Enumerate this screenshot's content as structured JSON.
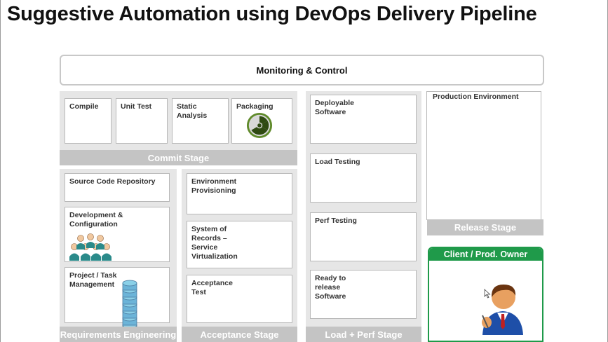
{
  "title": "Suggestive Automation using DevOps Delivery Pipeline",
  "monitoring": "Monitoring & Control",
  "commit_stage": {
    "label": "Commit Stage",
    "cells": [
      "Compile",
      "Unit Test",
      "Static Analysis",
      "Packaging"
    ]
  },
  "requirements": {
    "label": "Requirements Engineering",
    "cells": [
      "Source Code Repository",
      "Development & Configuration",
      "Project / Task Management"
    ]
  },
  "acceptance": {
    "label": "Acceptance Stage",
    "cells": [
      "Environment Provisioning",
      "System of Records – Service Virtualization",
      "Acceptance Test"
    ]
  },
  "load_perf": {
    "label": "Load + Perf Stage",
    "cells": [
      "Deployable Software",
      "Load Testing",
      "Perf Testing",
      "Ready to release Software"
    ]
  },
  "release": {
    "label": "Release Stage",
    "production": "Production Environment"
  },
  "client": {
    "label": "Client / Prod. Owner"
  },
  "colors": {
    "panel": "#e6e6e6",
    "band": "#c4c4c4",
    "client_green": "#1f9a4a",
    "packaging_icon": "#5f8a2a"
  },
  "icons": [
    "radiation-icon",
    "team-icon",
    "database-stack-icon",
    "business-person-icon",
    "mouse-cursor-icon"
  ]
}
